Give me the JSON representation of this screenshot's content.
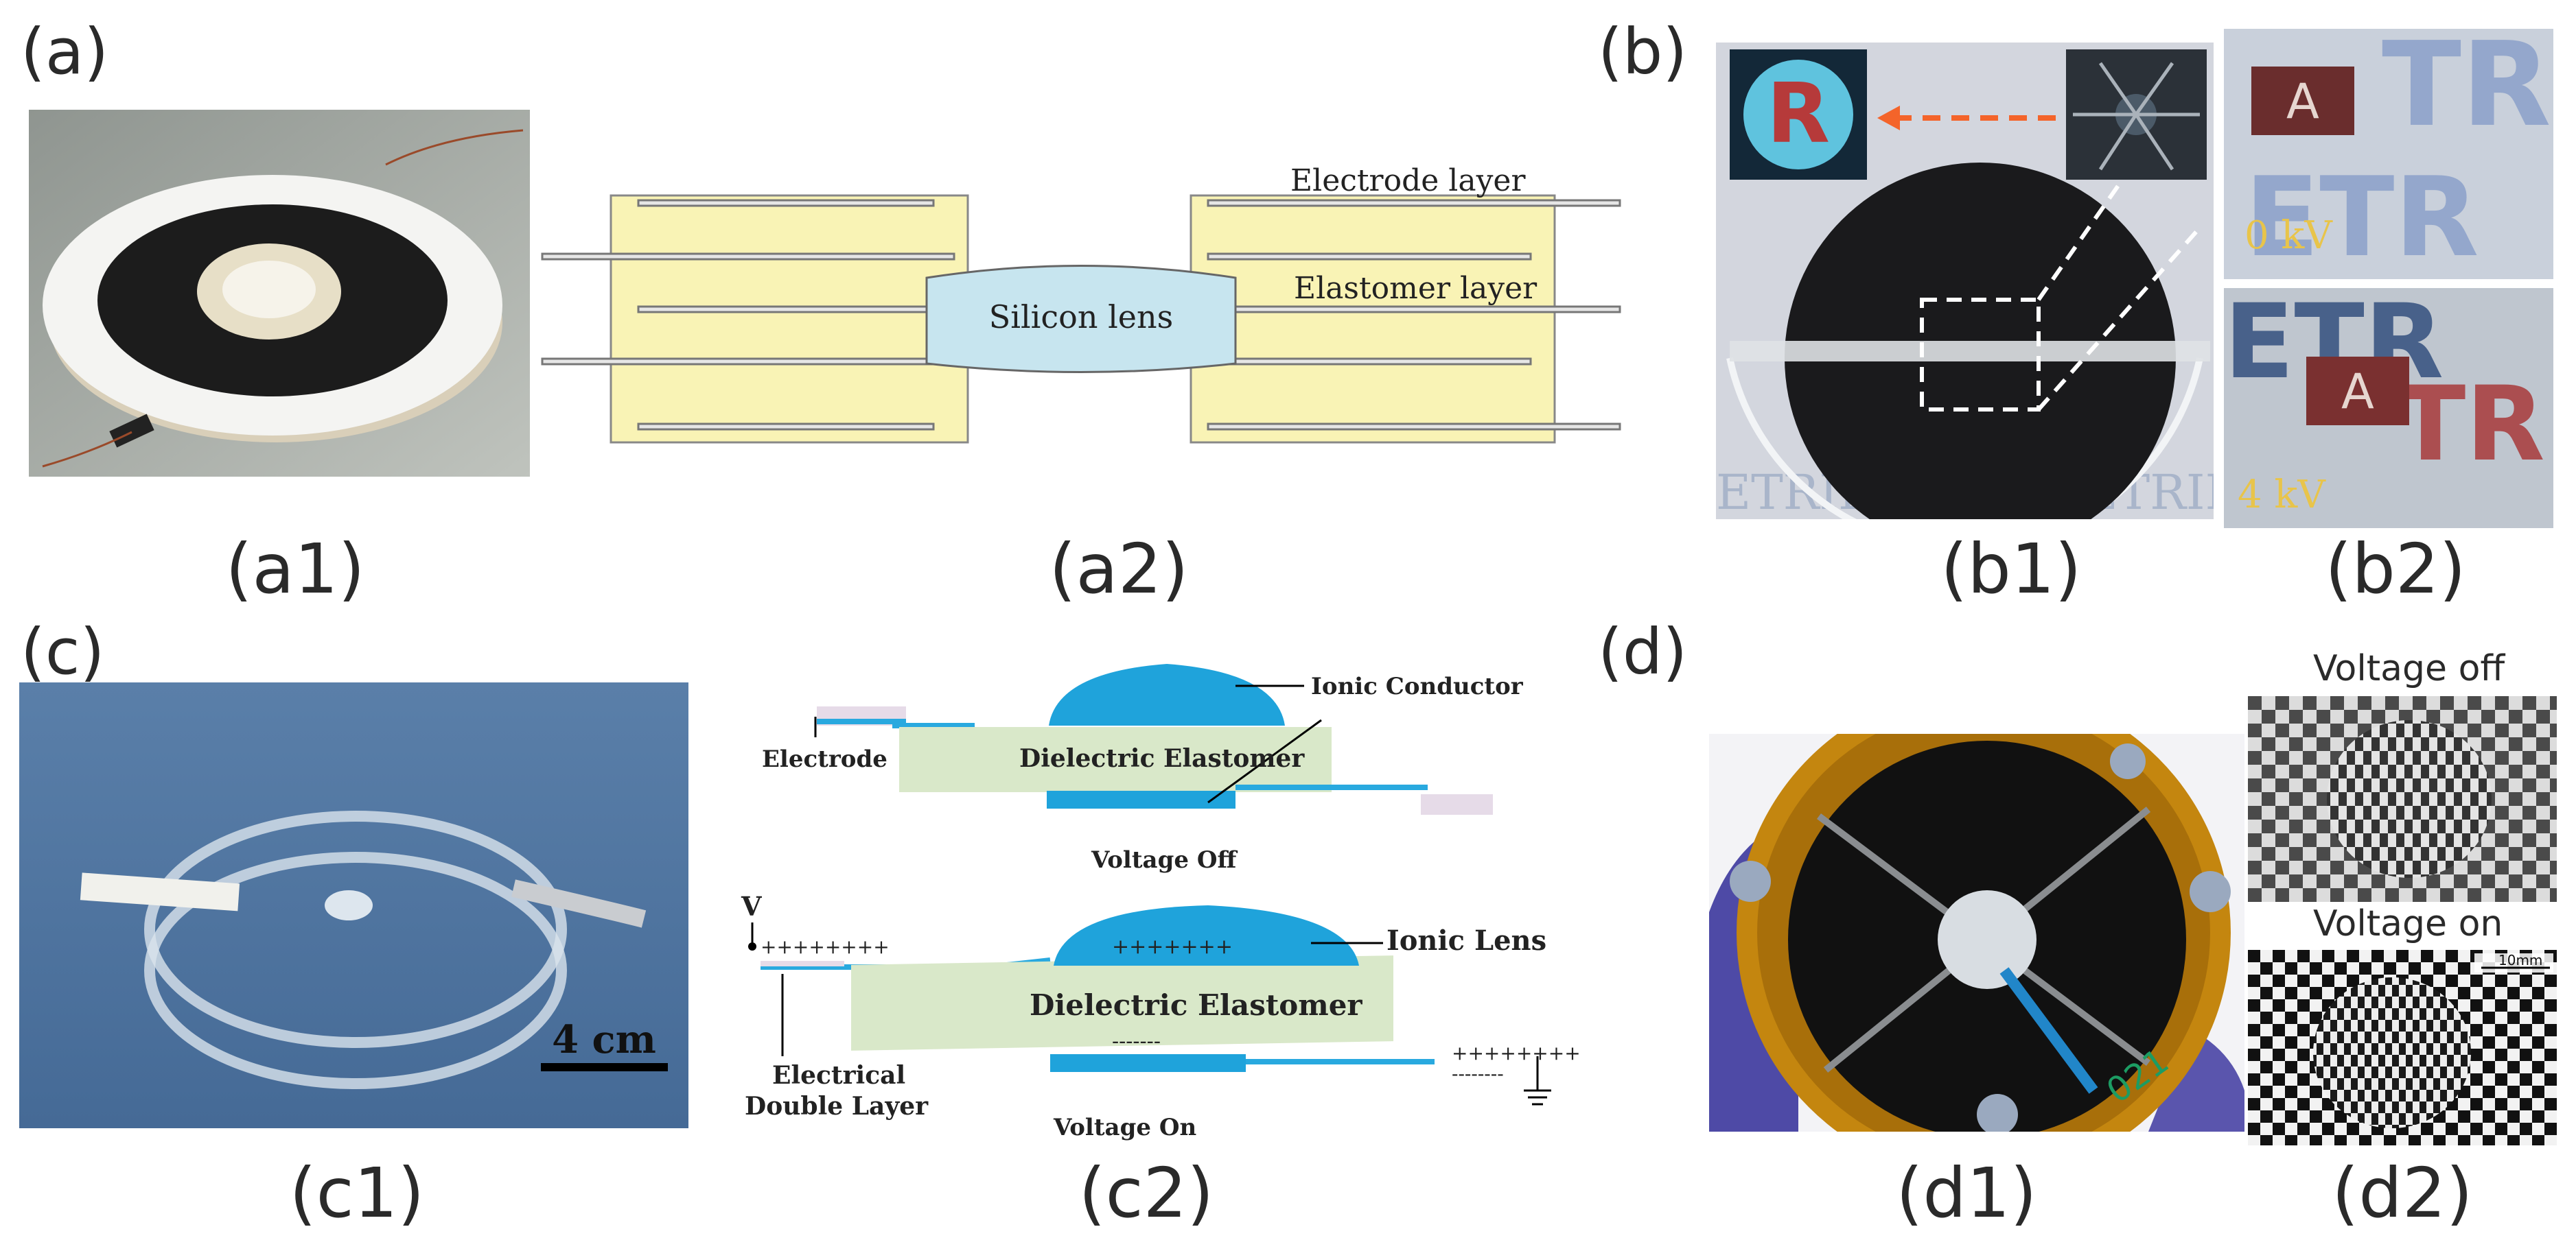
{
  "panel_labels": {
    "a": "(a)",
    "b": "(b)",
    "c": "(c)",
    "d": "(d)"
  },
  "subfigure_labels": {
    "a1": "(a1)",
    "a2": "(a2)",
    "b1": "(b1)",
    "b2": "(b2)",
    "c1": "(c1)",
    "c2": "(c2)",
    "d1": "(d1)",
    "d2": "(d2)"
  },
  "a2": {
    "electrode_layer": "Electrode layer",
    "elastomer_layer": "Elastomer layer",
    "silicon_lens": "Silicon lens"
  },
  "b1": {
    "inset_glyph": "R",
    "background_text": "ETRIETRIETRIETRIETRI"
  },
  "b2": {
    "voltage_top": "0 kV",
    "voltage_bottom": "4 kV",
    "badge_letter": "A",
    "chart_text_top": "TR",
    "chart_text_mid": "ETR"
  },
  "c1": {
    "scale_bar": "4 cm"
  },
  "c2": {
    "ionic_conductor": "Ionic Conductor",
    "electrode": "Electrode",
    "dielectric_elastomer_top": "Dielectric Elastomer",
    "voltage_off": "Voltage  Off",
    "v_label": "V",
    "plus_left": "++++++++",
    "minus_left": "--------",
    "plus_lens": "+++++++",
    "ionic_lens": "Ionic Lens",
    "dielectric_elastomer_bottom": "Dielectric Elastomer",
    "minus_bottom": "-------",
    "electrical_double_layer_1": "Electrical",
    "electrical_double_layer_2": "Double Layer",
    "plus_right": "++++++++",
    "minus_right": "--------",
    "voltage_on": "Voltage  On"
  },
  "d1": {
    "marking": "021"
  },
  "d2": {
    "voltage_off": "Voltage off",
    "voltage_on": "Voltage on",
    "scale": "10mm"
  }
}
